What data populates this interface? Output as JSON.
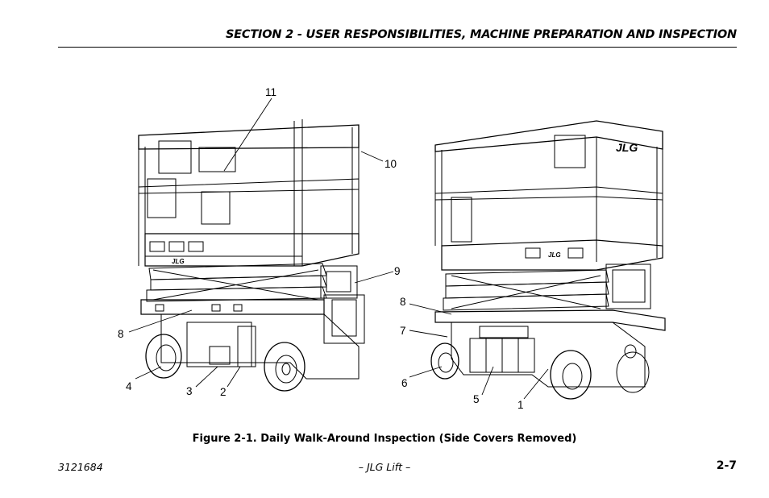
{
  "header": {
    "section_title": "SECTION 2 - USER RESPONSIBILITIES, MACHINE PREPARATION AND INSPECTION"
  },
  "figure": {
    "callouts": [
      "11",
      "10",
      "9",
      "8",
      "4",
      "3",
      "2",
      "8",
      "7",
      "6",
      "5",
      "1"
    ],
    "logo_text": "JLG",
    "caption": "Figure 2-1. Daily Walk-Around Inspection (Side Covers Removed)"
  },
  "footer": {
    "doc_number": "3121684",
    "center": "– JLG Lift –",
    "page": "2-7"
  }
}
